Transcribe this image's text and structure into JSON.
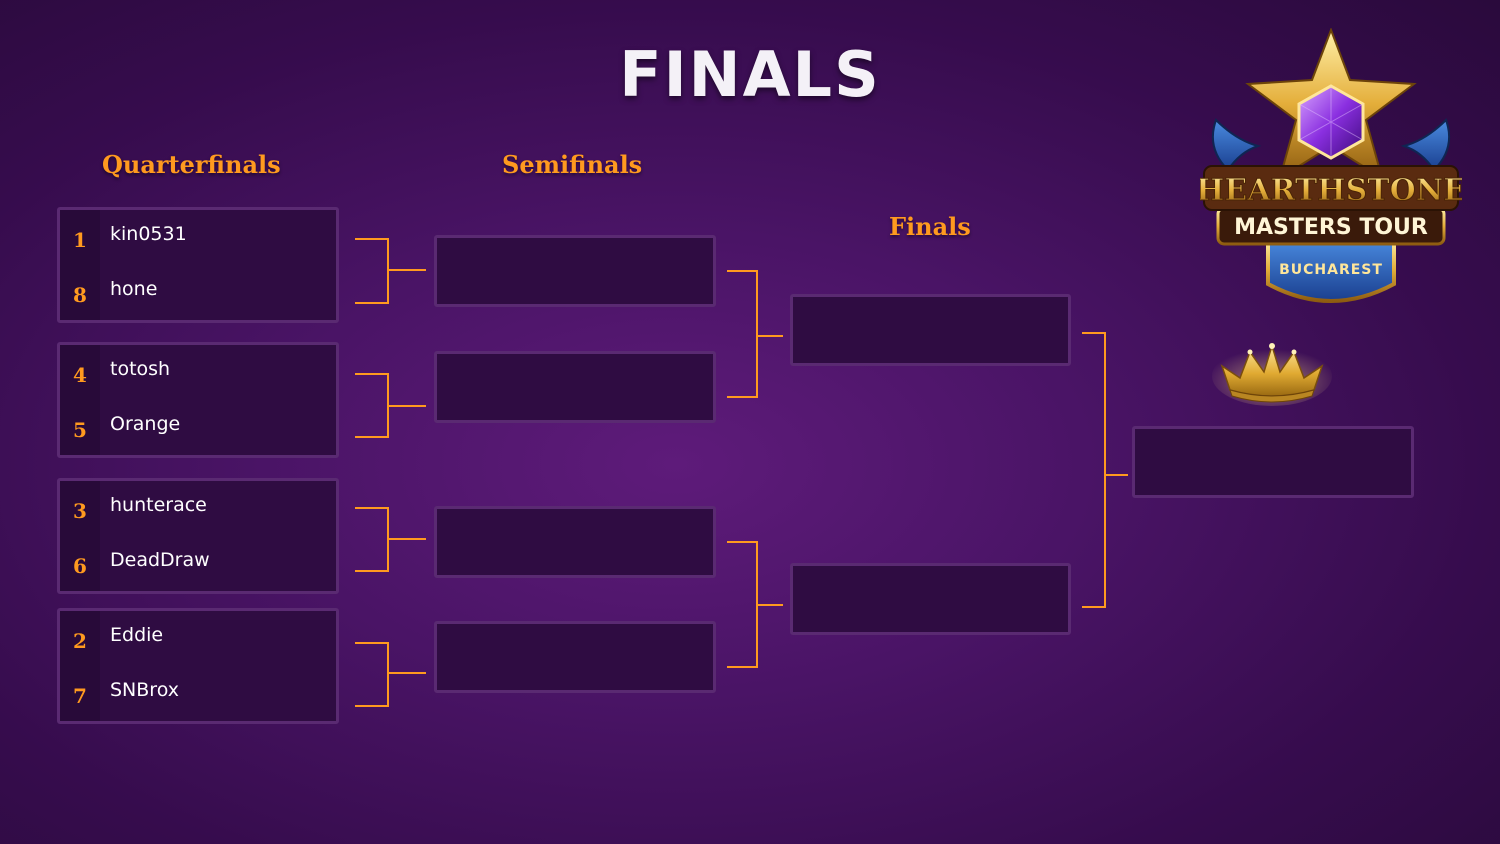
{
  "title": "FINALS",
  "rounds": {
    "quarterfinals": "Quarterfinals",
    "semifinals": "Semifinals",
    "finals": "Finals"
  },
  "quarterfinal_matches": [
    {
      "top": {
        "seed": "1",
        "name": "kin0531"
      },
      "bottom": {
        "seed": "8",
        "name": "hone"
      }
    },
    {
      "top": {
        "seed": "4",
        "name": "totosh"
      },
      "bottom": {
        "seed": "5",
        "name": "Orange"
      }
    },
    {
      "top": {
        "seed": "3",
        "name": "hunterace"
      },
      "bottom": {
        "seed": "6",
        "name": "DeadDraw"
      }
    },
    {
      "top": {
        "seed": "2",
        "name": "Eddie"
      },
      "bottom": {
        "seed": "7",
        "name": "SNBrox"
      }
    }
  ],
  "logo": {
    "brand": "HEARTHSTONE",
    "subtitle": "MASTERS TOUR",
    "location": "BUCHAREST"
  },
  "icons": {
    "trophy": "crown-icon",
    "event": "hearthstone-masters-tour-logo"
  },
  "colors": {
    "accent": "#ff9a1f",
    "background": "#4a1466",
    "box": "#2f0c42",
    "box_border": "#5a2a72",
    "text": "#ffffff"
  }
}
